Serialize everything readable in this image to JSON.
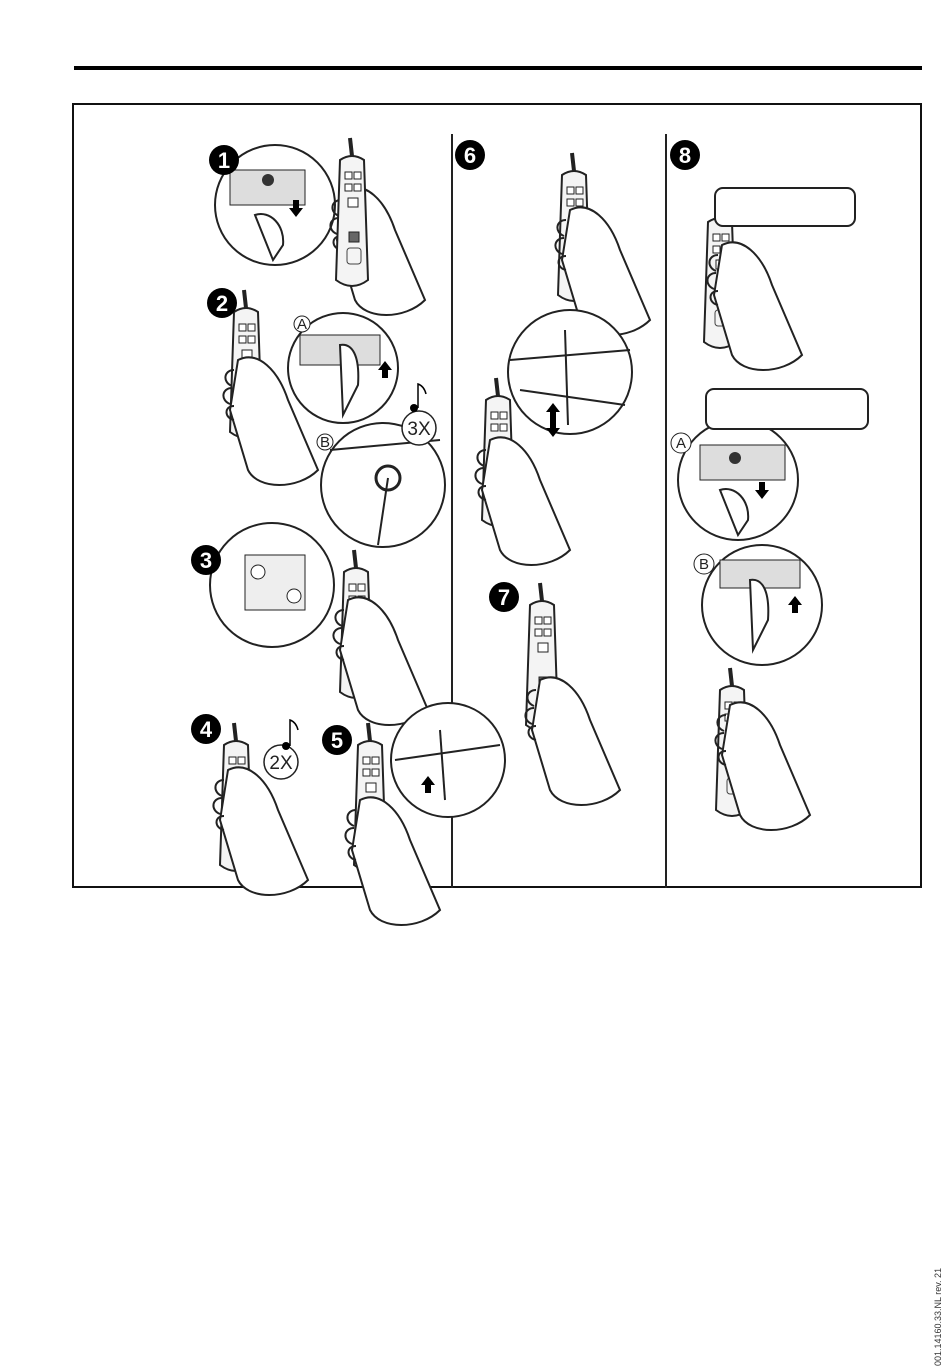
{
  "document": {
    "reference_code": "001.14160.33.NL rev. 21"
  },
  "steps": [
    {
      "number": "1"
    },
    {
      "number": "2",
      "callouts": [
        "A",
        "B"
      ],
      "repeat": "3X"
    },
    {
      "number": "3"
    },
    {
      "number": "4",
      "repeat": "2X"
    },
    {
      "number": "5"
    },
    {
      "number": "6"
    },
    {
      "number": "7"
    },
    {
      "number": "8",
      "callouts": [
        "A",
        "B"
      ]
    }
  ],
  "text_boxes": [
    {
      "text": ""
    },
    {
      "text": ""
    }
  ]
}
